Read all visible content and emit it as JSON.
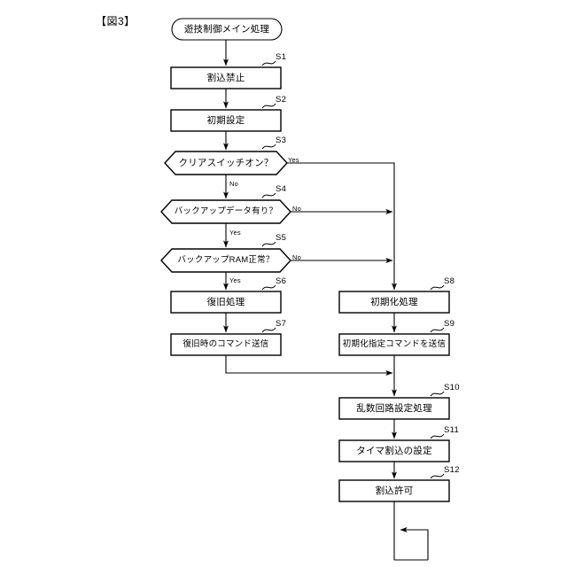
{
  "figure": {
    "label": "【図3】",
    "title": "遊技制御メイン処理"
  },
  "nodes": {
    "start": {
      "id": "start",
      "shape": "terminator",
      "text": "遊技制御メイン処理"
    },
    "s1": {
      "id": "S1",
      "shape": "process",
      "text": "割込禁止"
    },
    "s2": {
      "id": "S2",
      "shape": "process",
      "text": "初期設定"
    },
    "s3": {
      "id": "S3",
      "shape": "decision",
      "text": "クリアスイッチオン？"
    },
    "s4": {
      "id": "S4",
      "shape": "decision",
      "text": "バックアップデータ有り？"
    },
    "s5": {
      "id": "S5",
      "shape": "decision",
      "text": "バックアップRAM正常？"
    },
    "s6": {
      "id": "S6",
      "shape": "process",
      "text": "復旧処理"
    },
    "s7": {
      "id": "S7",
      "shape": "process",
      "text": "復旧時のコマンド送信"
    },
    "s8": {
      "id": "S8",
      "shape": "process",
      "text": "初期化処理"
    },
    "s9": {
      "id": "S9",
      "shape": "process",
      "text": "初期化指定コマンドを送信"
    },
    "s10": {
      "id": "S10",
      "shape": "process",
      "text": "乱数回路設定処理"
    },
    "s11": {
      "id": "S11",
      "shape": "process",
      "text": "タイマ割込の設定"
    },
    "s12": {
      "id": "S12",
      "shape": "process",
      "text": "割込許可"
    }
  },
  "step_tags": {
    "s1": "S1",
    "s2": "S2",
    "s3": "S3",
    "s4": "S4",
    "s5": "S5",
    "s6": "S6",
    "s7": "S7",
    "s8": "S8",
    "s9": "S9",
    "s10": "S10",
    "s11": "S11",
    "s12": "S12"
  },
  "edge_labels": {
    "s3_yes": "Yes",
    "s3_no": "No",
    "s4_no": "No",
    "s4_yes": "Yes",
    "s5_no": "No",
    "s5_yes": "Yes"
  },
  "style": {
    "stroke": "#000000",
    "fill": "#ffffff",
    "background": "#ffffff"
  }
}
